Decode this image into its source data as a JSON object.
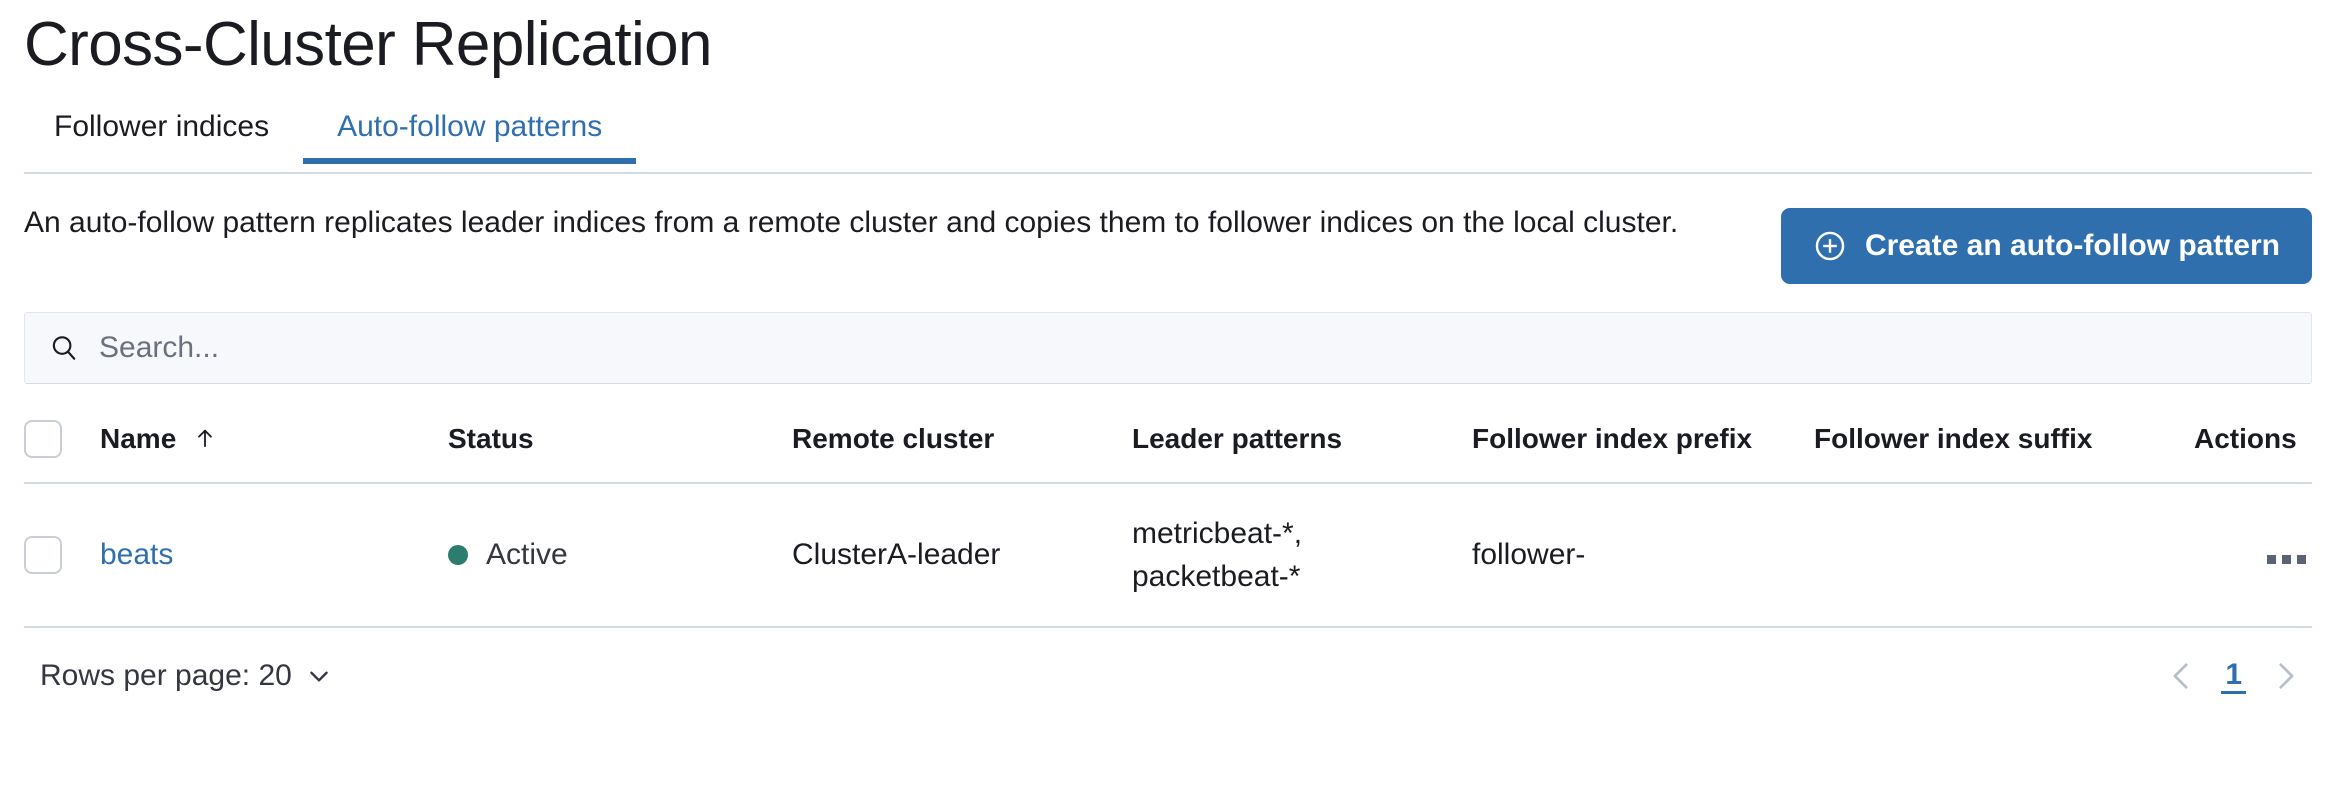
{
  "header": {
    "title": "Cross-Cluster Replication"
  },
  "tabs": [
    {
      "label": "Follower indices",
      "active": false,
      "name": "tab-follower-indices"
    },
    {
      "label": "Auto-follow patterns",
      "active": true,
      "name": "tab-auto-follow-patterns"
    }
  ],
  "intro": {
    "description": "An auto-follow pattern replicates leader indices from a remote cluster and copies them to follower indices on the local cluster.",
    "create_button_label": "Create an auto-follow pattern",
    "create_button_icon": "plus-in-circle-icon"
  },
  "search": {
    "placeholder": "Search...",
    "value": "",
    "icon": "search-icon"
  },
  "table": {
    "columns": [
      {
        "key": "select",
        "label": ""
      },
      {
        "key": "name",
        "label": "Name",
        "sorted": "asc",
        "sort_icon": "arrow-up-icon"
      },
      {
        "key": "status",
        "label": "Status"
      },
      {
        "key": "remote",
        "label": "Remote cluster"
      },
      {
        "key": "leader",
        "label": "Leader patterns"
      },
      {
        "key": "prefix",
        "label": "Follower index prefix"
      },
      {
        "key": "suffix",
        "label": "Follower index suffix"
      },
      {
        "key": "actions",
        "label": "Actions"
      }
    ],
    "rows": [
      {
        "selected": false,
        "name": "beats",
        "status": "Active",
        "status_color": "#2d7d6e",
        "remote_cluster": "ClusterA-leader",
        "leader_patterns": "metricbeat-*,\npacketbeat-*",
        "follower_index_prefix": "follower-",
        "follower_index_suffix": "",
        "actions_icon": "ellipsis-horizontal-icon"
      }
    ]
  },
  "footer": {
    "rows_per_page_label": "Rows per page: 20",
    "rows_per_page_value": "20",
    "chevron_icon": "chevron-down-icon",
    "pagination": {
      "prev_icon": "chevron-left-icon",
      "next_icon": "chevron-right-icon",
      "current_page": "1"
    }
  },
  "colors": {
    "accent_blue": "#2f6fae",
    "status_green": "#2d7d6e",
    "border": "#d3dae6",
    "text": "#1a1c21"
  }
}
